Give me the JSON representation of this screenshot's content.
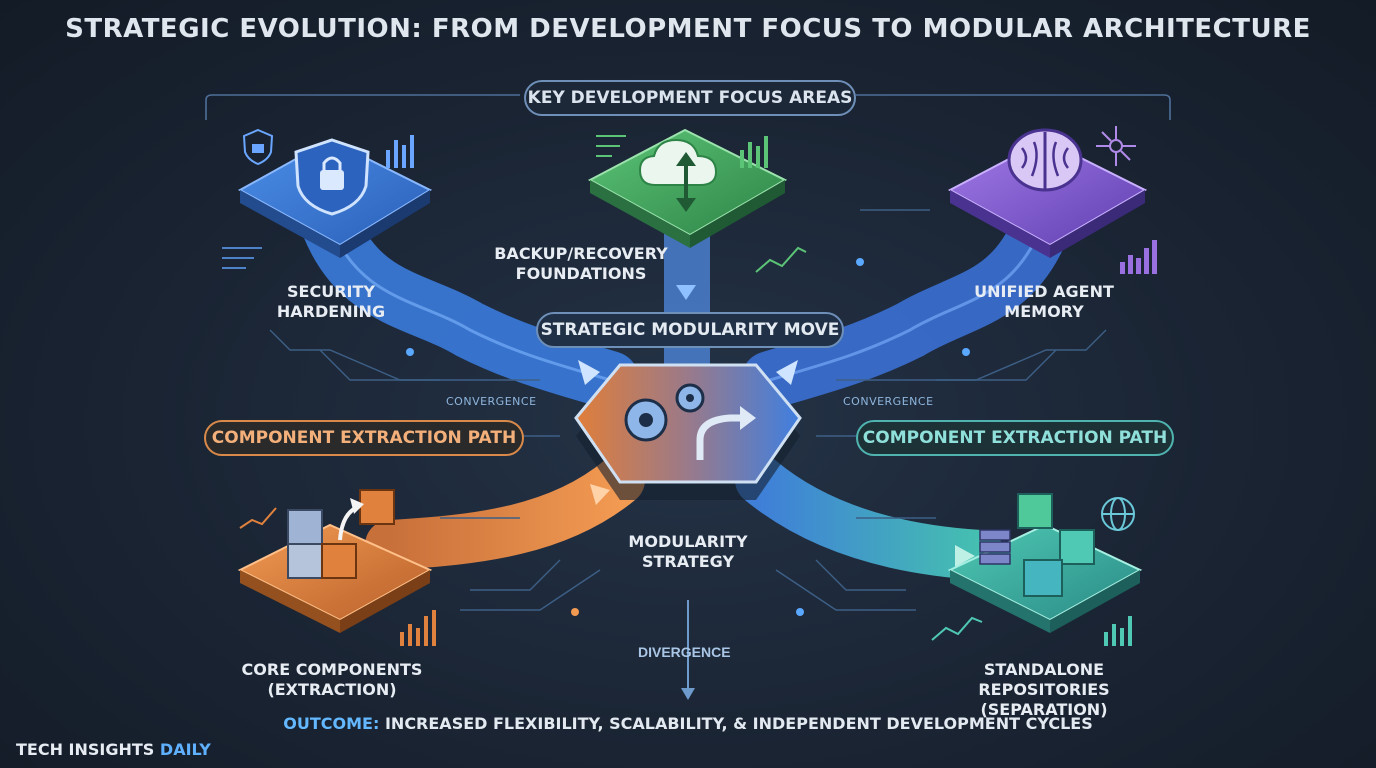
{
  "title": "STRATEGIC EVOLUTION: FROM DEVELOPMENT FOCUS TO MODULAR ARCHITECTURE",
  "section_label": "KEY DEVELOPMENT FOCUS AREAS",
  "focus_areas": {
    "security": "SECURITY HARDENING",
    "backup": "BACKUP/RECOVERY FOUNDATIONS",
    "memory": "UNIFIED AGENT MEMORY"
  },
  "center": {
    "move_label": "STRATEGIC MODULARITY MOVE",
    "strategy_label": "MODULARITY STRATEGY"
  },
  "flow_labels": {
    "convergence_left": "CONVERGENCE",
    "convergence_right": "CONVERGENCE",
    "divergence": "DIVERGENCE"
  },
  "extraction_paths": {
    "left": "COMPONENT EXTRACTION PATH",
    "right": "COMPONENT EXTRACTION PATH"
  },
  "outputs": {
    "core": "CORE COMPONENTS (EXTRACTION)",
    "standalone": "STANDALONE REPOSITORIES (SEPARATION)"
  },
  "outcome": {
    "prefix": "OUTCOME:",
    "text": "INCREASED FLEXIBILITY, SCALABILITY, & INDEPENDENT DEVELOPMENT CYCLES"
  },
  "brand": {
    "part1": "TECH INSIGHTS",
    "part2": "DAILY"
  },
  "colors": {
    "security": "#3f7fe0",
    "backup": "#3fae5a",
    "memory": "#8a5ad6",
    "core": "#e0813d",
    "standalone": "#3bb7a6",
    "hub": "#5a8fd8"
  }
}
